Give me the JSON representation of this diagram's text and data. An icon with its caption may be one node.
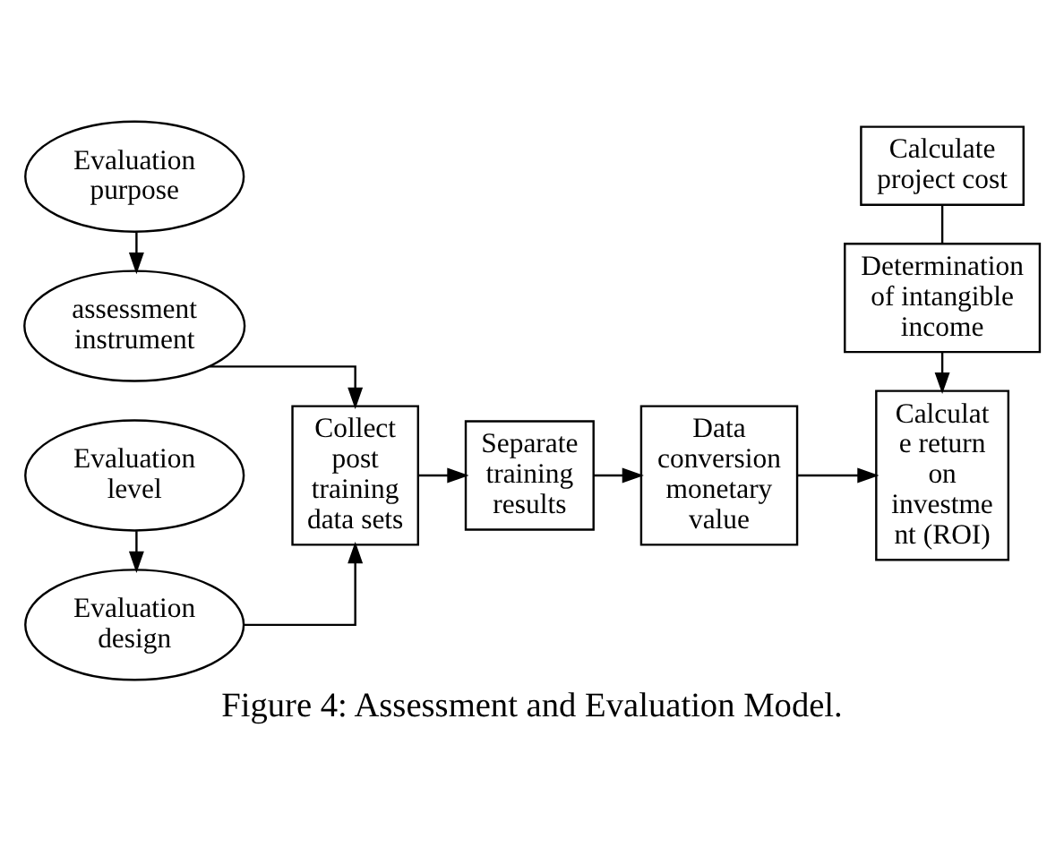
{
  "diagram": {
    "caption": "Figure 4: Assessment and Evaluation Model.",
    "nodes": [
      {
        "text": [
          "Evaluation purpose"
        ]
      },
      {
        "text": [
          "assessment instrument"
        ]
      },
      {
        "text": [
          "Evaluation level"
        ]
      },
      {
        "text": [
          "Evaluation design"
        ]
      },
      {
        "text": [
          "Collect post training data sets"
        ]
      },
      {
        "text": [
          "Separate training results"
        ]
      },
      {
        "text": [
          "Data conversion monetary value"
        ]
      },
      {
        "text": [
          "Calculate project cost"
        ]
      },
      {
        "text": [
          "Determination of intangible income"
        ]
      },
      {
        "text": [
          "Calculat e return on investme nt (ROI)"
        ]
      }
    ],
    "edges": [
      {
        "from": 0,
        "to": 1,
        "arrow": "to"
      },
      {
        "from": 1,
        "to": 4,
        "arrow": "to"
      },
      {
        "from": 2,
        "to": 3,
        "arrow": "to"
      },
      {
        "from": 3,
        "to": 4,
        "arrow": "to"
      },
      {
        "from": 4,
        "to": 5,
        "arrow": "to"
      },
      {
        "from": 5,
        "to": 6,
        "arrow": "to"
      },
      {
        "from": 6,
        "to": 9,
        "arrow": "to"
      },
      {
        "from": 7,
        "to": 8,
        "arrow": "none"
      },
      {
        "from": 8,
        "to": 9,
        "arrow": "to"
      }
    ]
  }
}
